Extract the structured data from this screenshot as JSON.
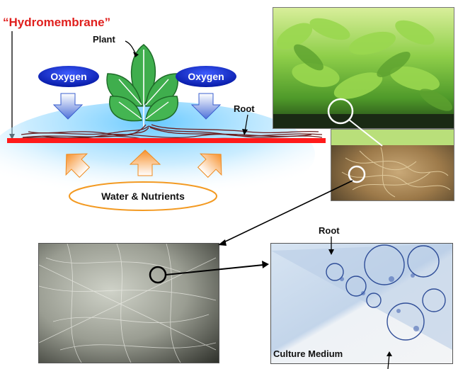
{
  "diagram": {
    "title": "“Hydromembrane”",
    "plant_label": "Plant",
    "oxygen_left": "Oxygen",
    "oxygen_right": "Oxygen",
    "root_label_top": "Root",
    "water_nutrients": "Water & Nutrients",
    "root_label_micro": "Root",
    "culture_medium": "Culture Medium"
  },
  "colors": {
    "membrane": "#ff1a1a",
    "title": "#e0201e",
    "oxygen_fill": "#0a2fd0",
    "arrow_orange": "#f7a24a",
    "ellipse_stroke": "#f39a22",
    "root": "#6b1f1f",
    "leaf": "#3aa34a"
  }
}
